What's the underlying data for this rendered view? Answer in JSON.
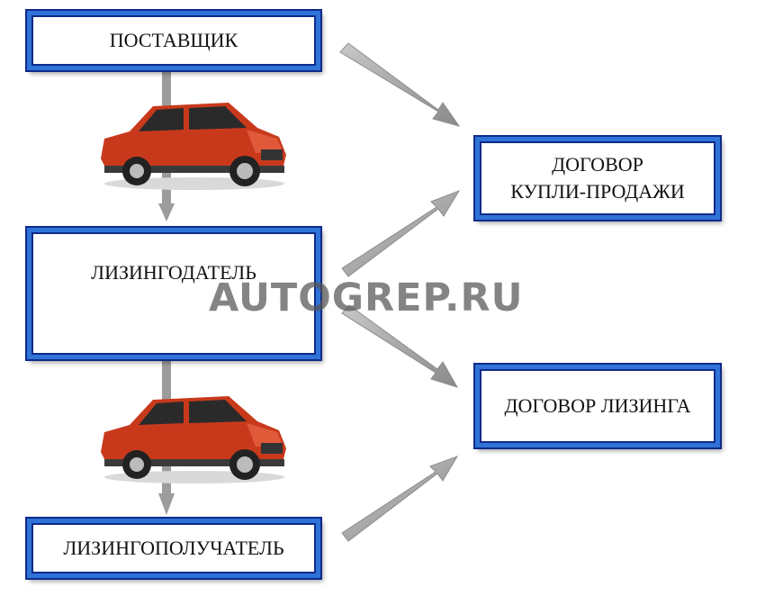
{
  "nodes": {
    "supplier": "ПОСТАВЩИК",
    "lessor": "ЛИЗИНГОДАТЕЛЬ",
    "lessee": "ЛИЗИНГОПОЛУЧАТЕЛЬ",
    "purchase_contract": [
      "ДОГОВОР",
      "КУПЛИ-ПРОДАЖИ"
    ],
    "leasing_contract": "ДОГОВОР ЛИЗИНГА"
  },
  "watermark": "AUTOGREP.RU",
  "colors": {
    "box_border": "#2f73d8",
    "box_border_dark": "#0e2a8a",
    "arrow_gray": "#9a9a9a",
    "car_body": "#c8391c"
  },
  "icons": [
    "car-icon",
    "arrow-icon"
  ],
  "edges": [
    {
      "from": "supplier",
      "to": "purchase_contract"
    },
    {
      "from": "lessor",
      "to": "purchase_contract"
    },
    {
      "from": "lessor",
      "to": "leasing_contract"
    },
    {
      "from": "lessee",
      "to": "leasing_contract"
    },
    {
      "from": "supplier",
      "to": "lessor"
    },
    {
      "from": "lessor",
      "to": "lessee"
    }
  ]
}
